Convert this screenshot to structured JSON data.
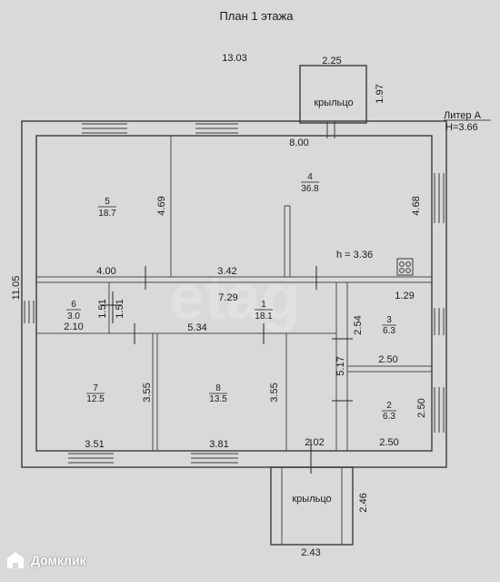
{
  "title": "План  1 этажа",
  "liter": "Литер А",
  "height": "Н=3.66",
  "room4_height": "h = 3.36",
  "porch_label_top": "крыльцо",
  "porch_label_bottom": "крыльцо",
  "dimensions": {
    "total_width": "13.03",
    "porch_top_width": "2.25",
    "porch_top_depth": "1.97",
    "room4_width": "8.00",
    "room4_height_dim": "4.68",
    "room5_height_dim": "4.69",
    "room5_width": "4.00",
    "corr_upper": "3.42",
    "corr_width": "7.29",
    "corr_lower": "5.34",
    "total_height": "11.05",
    "room6_width": "2.10",
    "room6_a": "1.51",
    "room6_b": "1.51",
    "room3_top": "1.29",
    "room3_side": "2.54",
    "room3_width": "2.50",
    "corr_vertical": "5.17",
    "room2_side": "2.50",
    "room2_width": "2.50",
    "room7_height": "3.55",
    "room8_height": "3.55",
    "room7_width": "3.51",
    "room8_width": "3.81",
    "door_width": "2.02",
    "porch_bottom_width": "2.43",
    "porch_bottom_depth": "2.46"
  },
  "rooms": [
    {
      "number": "5",
      "area": "18.7"
    },
    {
      "number": "4",
      "area": "36.8"
    },
    {
      "number": "6",
      "area": "3.0"
    },
    {
      "number": "1",
      "area": "18.1"
    },
    {
      "number": "3",
      "area": "6.3"
    },
    {
      "number": "7",
      "area": "12.5"
    },
    {
      "number": "8",
      "area": "13.5"
    },
    {
      "number": "2",
      "area": "6.3"
    }
  ],
  "brand": "Домклик",
  "watermark": "etag",
  "colors": {
    "background": "#d9d9d9",
    "line": "#3a3a3a",
    "text": "#1a1a1a"
  }
}
